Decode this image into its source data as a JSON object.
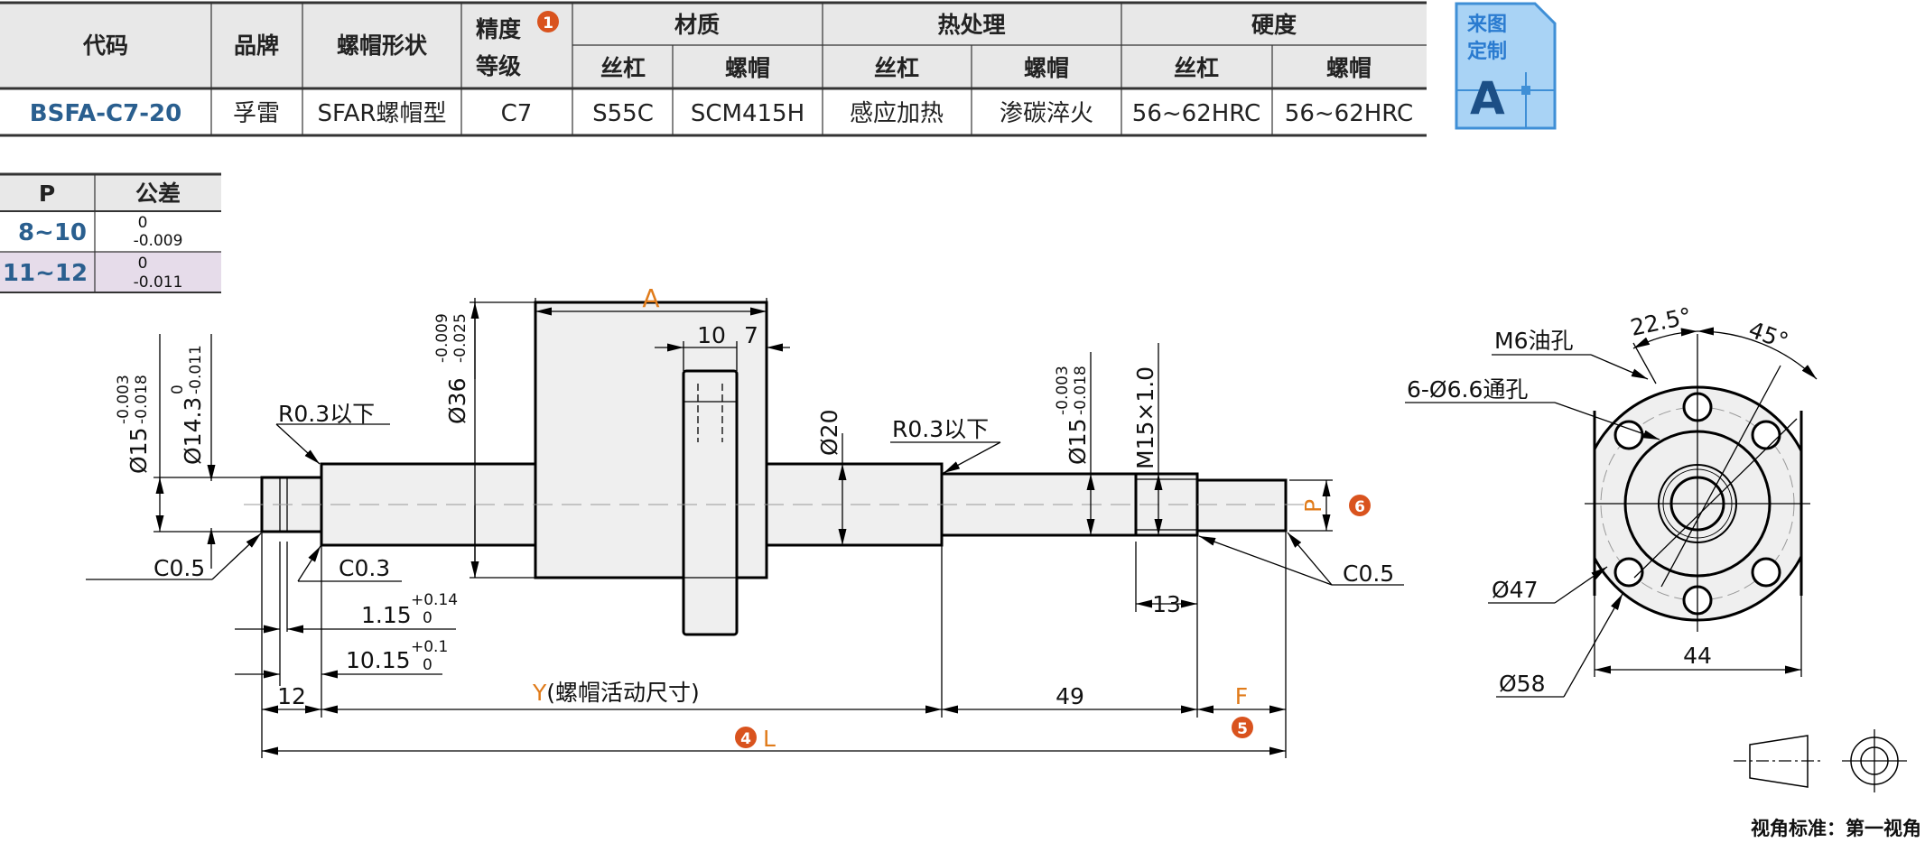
{
  "spec_table": {
    "headers": {
      "code": "代码",
      "brand": "品牌",
      "nut_shape": "螺帽形状",
      "accuracy": "精度",
      "accuracy2": "等级",
      "accuracy_note": "1",
      "material": "材质",
      "heat": "热处理",
      "hardness": "硬度",
      "screw": "丝杠",
      "nut": "螺帽"
    },
    "row": {
      "code": "BSFA-C7-20",
      "brand": "孚雷",
      "nut_shape": "SFAR螺帽型",
      "accuracy": "C7",
      "mat_screw": "S55C",
      "mat_nut": "SCM415H",
      "heat_screw": "感应加热",
      "heat_nut": "渗碳淬火",
      "hard_screw": "56~62HRC",
      "hard_nut": "56~62HRC"
    }
  },
  "custom_badge": {
    "line1": "来图",
    "line2": "定制",
    "letter": "A"
  },
  "tolerance_table": {
    "h1": "P",
    "h2": "公差",
    "rows": [
      {
        "p": "8~10",
        "up": "0",
        "low": "-0.009"
      },
      {
        "p": "11~12",
        "up": "0",
        "low": "-0.011"
      }
    ]
  },
  "drawing": {
    "d15_left": "Ø15",
    "d15_left_up": "-0.003",
    "d15_left_low": "-0.018",
    "d143": "Ø14.3",
    "d143_up": "0",
    "d143_low": "-0.011",
    "r03_left": "R0.3以下",
    "c05_left": "C0.5",
    "c03": "C0.3",
    "d115": "1.15",
    "d115_up": "+0.14",
    "d115_low": "0",
    "d1015": "10.15",
    "d1015_up": "+0.1",
    "d1015_low": "0",
    "d12": "12",
    "y_label": "Y",
    "y_desc": "(螺帽活动尺寸)",
    "d49": "49",
    "f_label": "F",
    "n5": "5",
    "n4": "4",
    "l_label": "L",
    "d36": "Ø36",
    "d36_up": "-0.009",
    "d36_low": "-0.025",
    "a_label": "A",
    "d10": "10",
    "d7": "7",
    "d20": "Ø20",
    "r03_right": "R0.3以下",
    "d15_right": "Ø15",
    "d15_right_up": "-0.003",
    "d15_right_low": "-0.018",
    "m15": "M15×1.0",
    "d13": "13",
    "c05_right": "C0.5",
    "p_label": "P",
    "n6": "6",
    "oil_hole": "M6油孔",
    "thru_hole": "6-Ø6.6通孔",
    "ang225": "22.5°",
    "ang45": "45°",
    "d47": "Ø47",
    "d58": "Ø58",
    "d44": "44",
    "view_std": "视角标准：第一视角"
  },
  "colors": {
    "accent": "#e07b1a",
    "badge": "#d9531e",
    "code_blue": "#2a5f8f",
    "header_bg": "#e8e8e8",
    "row_purple": "#e6dcea"
  }
}
